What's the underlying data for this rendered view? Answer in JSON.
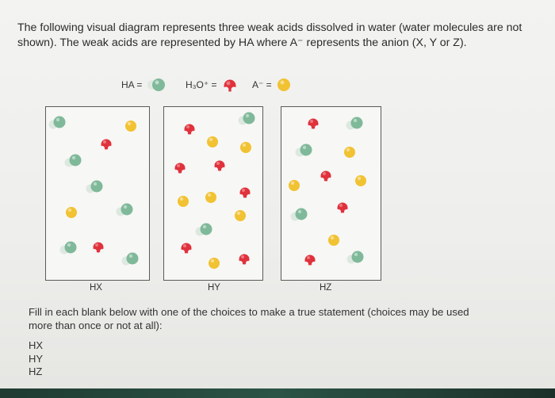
{
  "intro_text": "The following visual diagram represents three weak acids dissolved in water (water molecules are not shown). The weak acids are represented by HA where A⁻ represents the anion (X, Y or Z).",
  "legend": {
    "ha_label": "HA =",
    "h3o_label": "H₃O⁺ =",
    "anion_label": "A⁻ ="
  },
  "boxes": [
    {
      "label": "HX"
    },
    {
      "label": "HY"
    },
    {
      "label": "HZ"
    }
  ],
  "question_text": "Fill in each blank below with one of the choices to make a true statement (choices may be used more than once or not at all):",
  "choices": [
    "HX",
    "HY",
    "HZ"
  ],
  "colors": {
    "ha_green": "#7fb99a",
    "h3o_red": "#e0323c",
    "anion_yellow": "#f1c232",
    "box_border": "#5a5a5a"
  },
  "icons": {
    "ha": "green-white-molecule-icon",
    "h3o": "red-white-molecule-icon",
    "anion": "yellow-sphere-icon"
  }
}
